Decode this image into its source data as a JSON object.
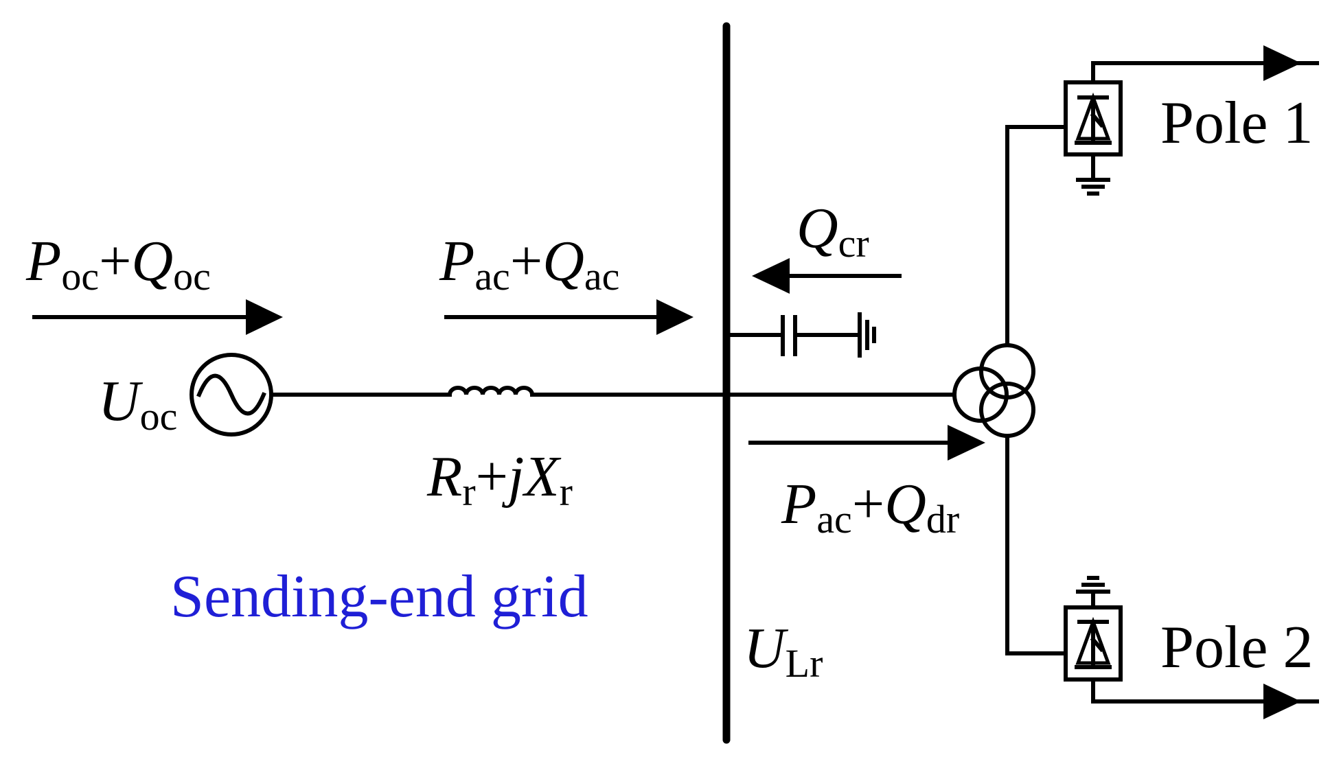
{
  "labels": {
    "source_flow": {
      "P": "P",
      "P_sub": "oc",
      "plus": "+",
      "Q": "Q",
      "Q_sub": "oc"
    },
    "line_flow": {
      "P": "P",
      "P_sub": "ac",
      "plus": "+",
      "Q": "Q",
      "Q_sub": "ac"
    },
    "comp_flow": {
      "Q": "Q",
      "Q_sub": "cr"
    },
    "dc_flow": {
      "P": "P",
      "P_sub": "ac",
      "plus": "+",
      "Q": "Q",
      "Q_sub": "dr"
    },
    "source_voltage": {
      "U": "U",
      "U_sub": "oc"
    },
    "bus_voltage": {
      "U": "U",
      "U_sub": "Lr"
    },
    "impedance": {
      "R": "R",
      "R_sub": "r",
      "plus": "+",
      "j": "j",
      "X": "X",
      "X_sub": "r"
    },
    "pole1": "Pole 1",
    "pole2": "Pole 2",
    "grid_name": "Sending-end grid"
  },
  "colors": {
    "line": "#000000",
    "grid_name": "#1f1fd6",
    "background": "#ffffff"
  }
}
